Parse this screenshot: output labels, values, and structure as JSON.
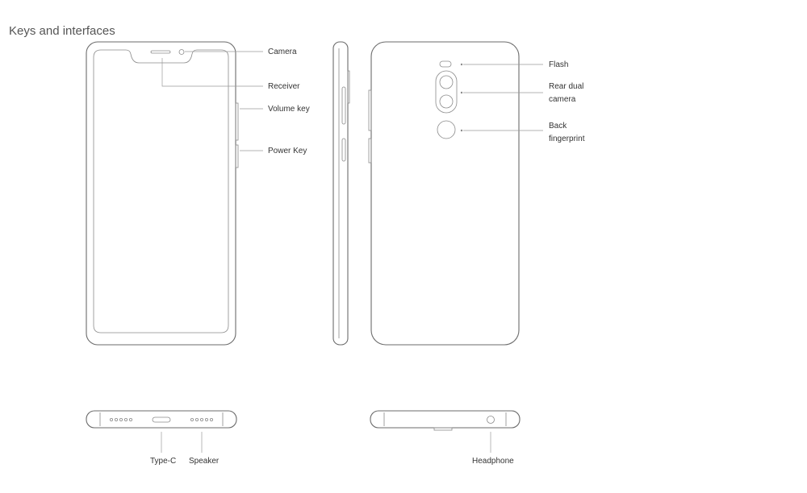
{
  "title": "Keys and interfaces",
  "labels": {
    "camera": "Camera",
    "receiver": "Receiver",
    "volume_key": "Volume key",
    "power_key": "Power Key",
    "flash": "Flash",
    "rear_dual_camera_line1": "Rear dual",
    "rear_dual_camera_line2": "camera",
    "back_fingerprint_line1": "Back",
    "back_fingerprint_line2": "fingerprint",
    "type_c": "Type-C",
    "speaker": "Speaker",
    "headphone": "Headphone"
  }
}
